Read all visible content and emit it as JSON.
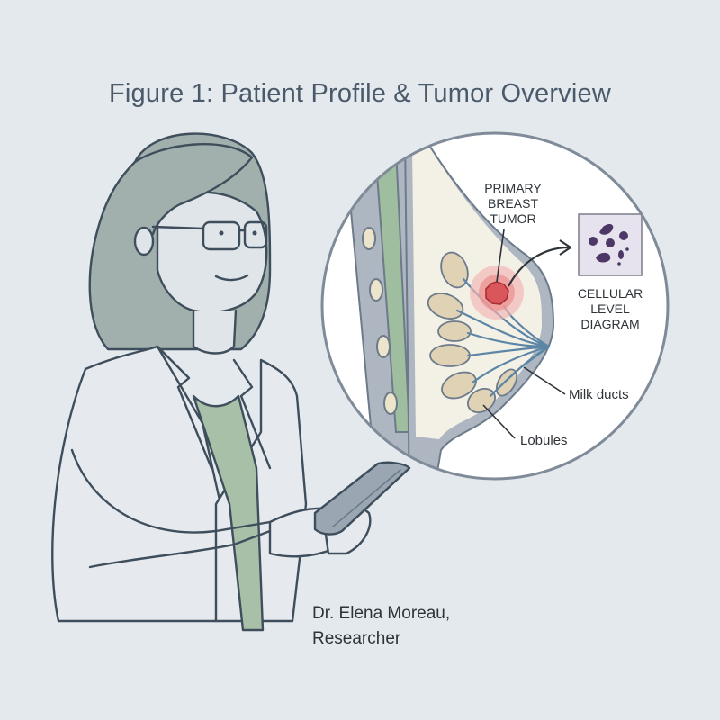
{
  "figure": {
    "title": "Figure 1: Patient Profile & Tumor Overview",
    "background_color": "#e4e9ed",
    "title_color": "#4a5a6b"
  },
  "person": {
    "name_line1": "Dr. Elena Moreau,",
    "name_line2": "Researcher",
    "device": "tablet-icon",
    "hair_color": "#a2b0ad",
    "shirt_color": "#a8c0a8",
    "outline_color": "#3f4e5c"
  },
  "inset": {
    "type": "breast-cross-section",
    "labels": {
      "tumor": [
        "PRIMARY",
        "BREAST",
        "TUMOR"
      ],
      "cellular": [
        "CELLULAR",
        "LEVEL",
        "DIAGRAM"
      ],
      "ducts": "Milk ducts",
      "lobules": "Lobules"
    },
    "colors": {
      "tumor": "#d9575a",
      "tumor_glow": "#f2b3b3",
      "lobule": "#e0d2b4",
      "duct": "#5d86a6",
      "cells": "#4d3766",
      "cell_panel": "#e6e3ee",
      "muscle": "#9fbd9f",
      "tissue": "#f3f1e6"
    }
  }
}
